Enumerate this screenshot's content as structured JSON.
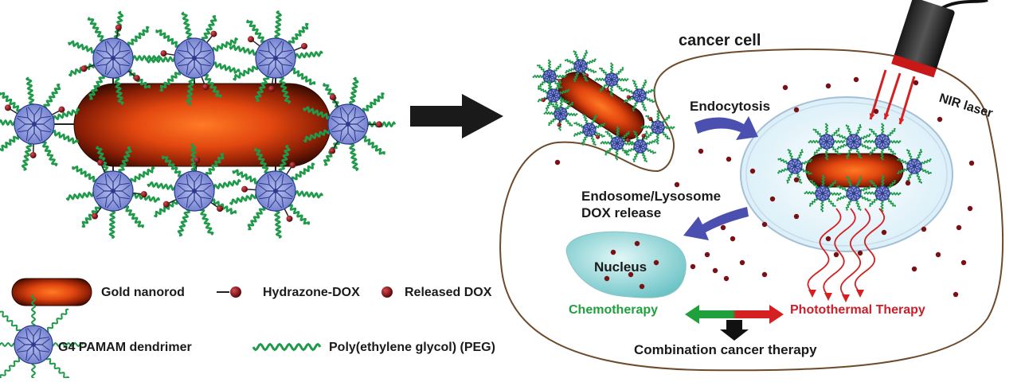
{
  "labels": {
    "cancer_cell": "cancer cell",
    "endocytosis": "Endocytosis",
    "nir_laser": "NIR laser",
    "endosome_line1": "Endosome/Lysosome",
    "endosome_line2": "DOX release",
    "nucleus": "Nucleus",
    "chemotherapy": "Chemotherapy",
    "photothermal": "Photothermal Therapy",
    "combination": "Combination cancer therapy"
  },
  "legend": {
    "gold_nanorod": "Gold nanorod",
    "hydrazone_dox": "Hydrazone-DOX",
    "released_dox": "Released DOX",
    "pamam": "G4 PAMAM dendrimer",
    "peg": "Poly(ethylene glycol) (PEG)"
  },
  "colors": {
    "nanorod_core": "#ff6a1a",
    "nanorod_edge": "#3a0c02",
    "dendrimer": "#8a97d8",
    "dendrimer_line": "#2b3a8c",
    "peg": "#1f9a4a",
    "dox": "#7a0f14",
    "chemotherapy": "#1fa03c",
    "photothermal": "#c8202a",
    "arrow_blue": "#4a4fb0",
    "nucleus": "#8fd6d8",
    "laser_beam": "#d42020"
  }
}
